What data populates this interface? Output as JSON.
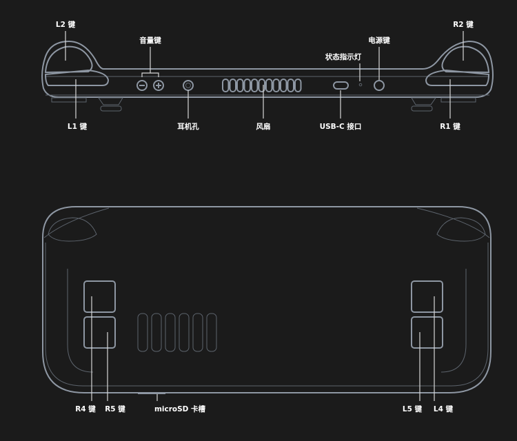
{
  "top_view": {
    "labels": {
      "l2": "L2 键",
      "volume": "音量键",
      "status_led": "状态指示灯",
      "power": "电源键",
      "r2": "R2 键",
      "l1": "L1 键",
      "headphone": "耳机孔",
      "fan": "风扇",
      "usbc": "USB-C 接口",
      "r1": "R1 键"
    }
  },
  "back_view": {
    "labels": {
      "r4": "R4 键",
      "r5": "R5 键",
      "microsd": "microSD 卡槽",
      "l5": "L5 键",
      "l4": "L4 键"
    }
  },
  "colors": {
    "background": "#1b1b1b",
    "outline": "#8e97a3",
    "label": "#ffffff"
  }
}
